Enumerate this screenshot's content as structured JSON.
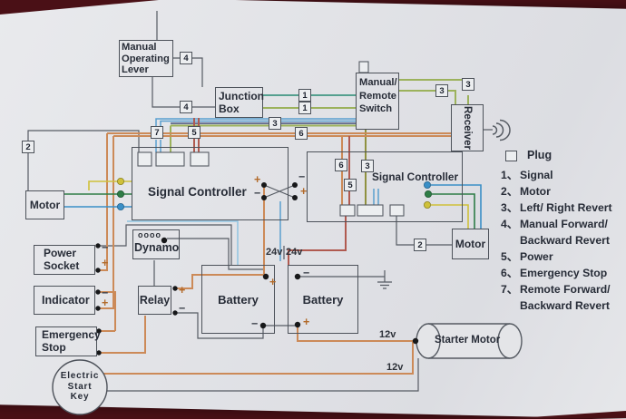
{
  "symbols": {
    "plus": "+",
    "minus": "−",
    "coil": "oooo"
  },
  "colors": {
    "paper": "#e4e5e8",
    "plug_fill": "#eceef0",
    "wire_dark": "#565b63",
    "wire_teal": "#55a08f",
    "wire_green": "#9cb25c",
    "wire_olive": "#8f9140",
    "wire_navy": "#45507a",
    "wire_orange": "#cc8a58",
    "wire_red": "#b05a50",
    "wire_blue": "#5aa0cf",
    "wire_lightblue": "#8fc3e0",
    "dot_yellow": "#cfc13a",
    "dot_green": "#2e7d46",
    "dot_blue": "#3a8fc7",
    "dot_black": "#17181a"
  },
  "boxes": {
    "manual_operating_lever": "Manual\nOperating\nLever",
    "junction_box": "Junction\nBox",
    "manual_remote_switch": "Manual/\nRemote\nSwitch",
    "receiver": "Receiver",
    "signal_controller_left": "Signal Controller",
    "signal_controller_right": "Signal Controller",
    "motor_left": "Motor",
    "motor_right": "Motor",
    "power_socket": "Power\nSocket",
    "dynamo": "Dynamo",
    "indicator": "Indicator",
    "relay": "Relay",
    "battery_left": "Battery",
    "battery_right": "Battery",
    "emergency_stop": "Emergency\nStop",
    "starter_motor": "Starter Motor",
    "electric_start_key": "Electric\nStart\nKey"
  },
  "plugs": [
    "4",
    "4",
    "1",
    "1",
    "3",
    "6",
    "7",
    "5",
    "3",
    "3",
    "2",
    "6",
    "3",
    "5",
    "2"
  ],
  "voltages": {
    "v24a": "24v",
    "v24b": "24v",
    "v12a": "12v",
    "v12b": "12v"
  },
  "legend": {
    "plug": "Plug",
    "items": [
      {
        "num": "1、",
        "text": "Signal"
      },
      {
        "num": "2、",
        "text": "Motor"
      },
      {
        "num": "3、",
        "text": "Left/ Right Revert"
      },
      {
        "num": "4、",
        "text": "Manual Forward/\nBackward Revert"
      },
      {
        "num": "5、",
        "text": "Power"
      },
      {
        "num": "6、",
        "text": "Emergency Stop"
      },
      {
        "num": "7、",
        "text": "Remote Forward/\nBackward Revert"
      }
    ]
  }
}
